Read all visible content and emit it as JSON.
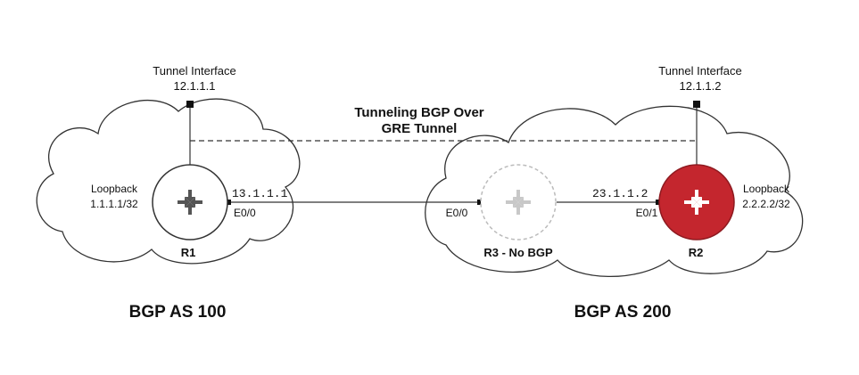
{
  "title": {
    "line1": "Tunneling BGP Over",
    "line2": "GRE Tunnel"
  },
  "left_as": {
    "label": "BGP AS 100",
    "tunnel": {
      "label": "Tunnel Interface",
      "ip": "12.1.1.1"
    },
    "loopback": {
      "label": "Loopback",
      "ip": "1.1.1.1/32"
    },
    "router": {
      "name": "R1",
      "interface_ip": "13.1.1.1",
      "interface": "E0/0"
    }
  },
  "right_as": {
    "label": "BGP AS 200",
    "tunnel": {
      "label": "Tunnel Interface",
      "ip": "12.1.1.2"
    },
    "loopback": {
      "label": "Loopback",
      "ip": "2.2.2.2/32"
    },
    "router_r3": {
      "name": "R3 - No BGP",
      "interface_left": "E0/0"
    },
    "router_r2": {
      "name": "R2",
      "interface_ip": "23.1.1.2",
      "interface": "E0/1"
    }
  },
  "colors": {
    "r2_fill": "#c4262e",
    "r3_stroke": "#bbbbbb",
    "line": "#222222"
  },
  "icons": {
    "router": "router-arrows-icon",
    "tunnel_endpoint": "square-endpoint-icon"
  }
}
